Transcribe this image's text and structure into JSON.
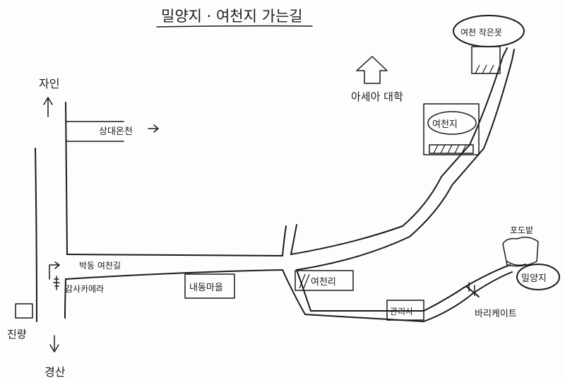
{
  "title": "밀양지 · 여천지 가는길",
  "labels": {
    "north_dir": "자인",
    "south_dir": "경산",
    "jinryang": "진량",
    "university": "아세아 대학",
    "sangdae_oncheon": "상대온천",
    "bakdong_road": "박동 여천길",
    "gamsa_cafe": "감사카메라",
    "nae_village": "내동마을",
    "yeocheon_ri": "여천리",
    "yeocheonji": "여천지",
    "upper_pond": "여천 작은못",
    "management_office": "관리사",
    "barricade": "바리케이트",
    "vineyard": "포도밭",
    "milyangji": "밀양지"
  },
  "icons": {
    "north_arrow": "arrow-up",
    "south_arrow": "arrow-down",
    "university_arrow": "block-arrow-up"
  }
}
